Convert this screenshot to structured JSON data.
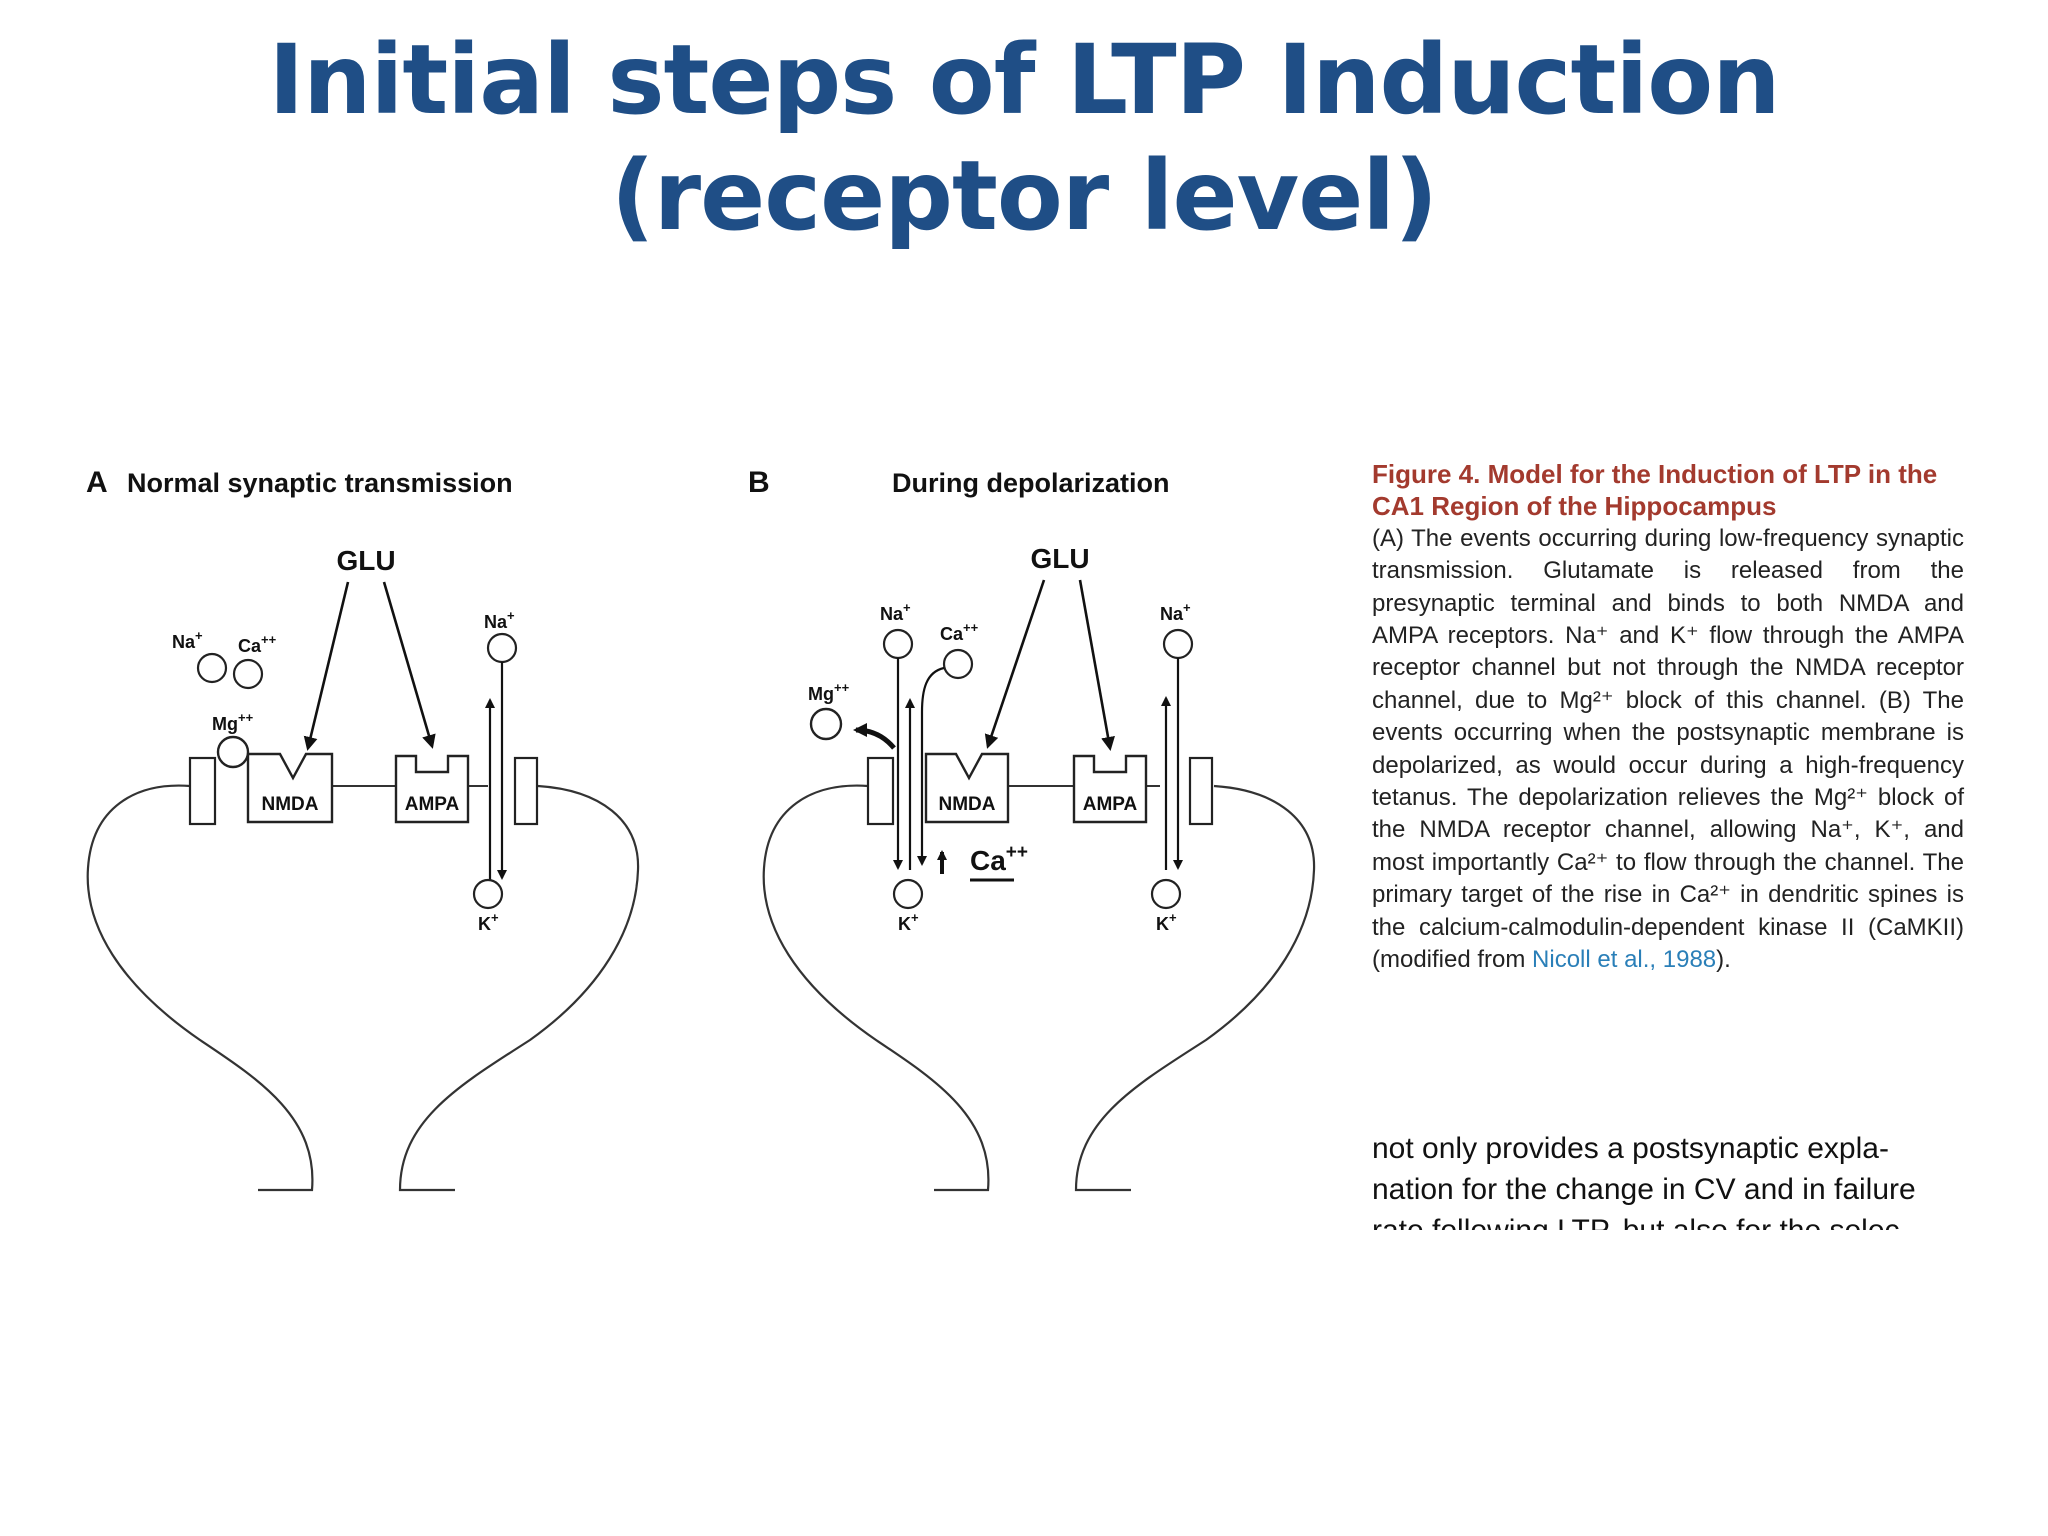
{
  "slide": {
    "title_line1": "Initial steps of LTP Induction",
    "title_line2": "(receptor level)"
  },
  "panel_a": {
    "letter": "A",
    "title": "Normal synaptic transmission",
    "glu": "GLU",
    "nmda": "NMDA",
    "ampa": "AMPA",
    "na": "Na",
    "ca": "Ca",
    "mg": "Mg",
    "k": "K",
    "plus": "+",
    "plusplus": "++"
  },
  "panel_b": {
    "letter": "B",
    "title": "During depolarization",
    "glu": "GLU",
    "nmda": "NMDA",
    "ampa": "AMPA",
    "na": "Na",
    "ca": "Ca",
    "mg": "Mg",
    "k": "K",
    "plus": "+",
    "plusplus": "++"
  },
  "caption": {
    "title": "Figure 4. Model for the Induction of LTP in the CA1 Region of the Hippocampus",
    "body": "(A) The events occurring during low-frequency synaptic transmission. Glutamate is released from the presynaptic terminal and binds to both NMDA and AMPA receptors. Na⁺ and K⁺ flow through the AMPA receptor channel but not through the NMDA receptor channel, due to Mg²⁺ block of this channel. (B) The events occurring when the postsynaptic membrane is depolarized, as would occur during a high-frequency tetanus. The depolarization relieves the Mg²⁺ block of the NMDA receptor channel, allowing Na⁺, K⁺, and most importantly Ca²⁺ to flow through the channel. The primary target of the rise in Ca²⁺ in dendritic spines is the calcium-calmodulin-dependent kinase II (CaMKII) (modified from ",
    "ref": "Nicoll et al., 1988",
    "end": ")."
  },
  "body_text": {
    "line1": "not only provides a postsynaptic expla-",
    "line2": "nation for the change in CV and in failure",
    "line3": "rate following LTP, but also for the selec-"
  }
}
